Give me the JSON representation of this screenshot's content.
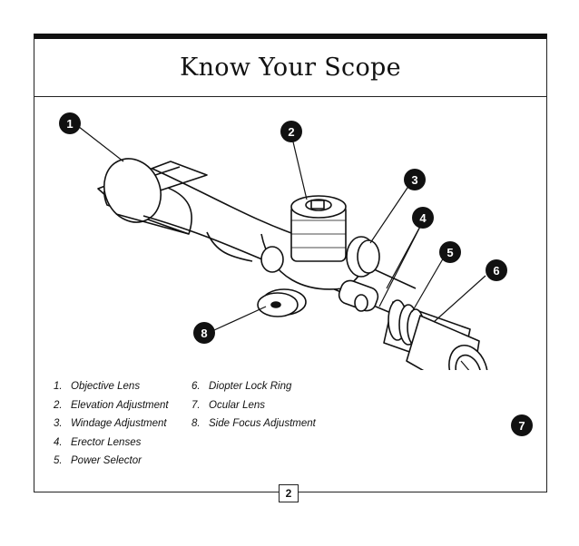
{
  "page": {
    "title": "Know Your Scope",
    "page_number": "2"
  },
  "legend": {
    "left": [
      {
        "num": "1.",
        "label": "Objective Lens"
      },
      {
        "num": "2.",
        "label": "Elevation Adjustment"
      },
      {
        "num": "3.",
        "label": "Windage Adjustment"
      },
      {
        "num": "4.",
        "label": "Erector Lenses"
      },
      {
        "num": "5.",
        "label": "Power Selector"
      }
    ],
    "right": [
      {
        "num": "6.",
        "label": "Diopter Lock Ring"
      },
      {
        "num": "7.",
        "label": "Ocular Lens"
      },
      {
        "num": "8.",
        "label": "Side Focus Adjustment"
      }
    ]
  },
  "callouts": [
    "1",
    "2",
    "3",
    "4",
    "5",
    "6",
    "7",
    "8"
  ],
  "colors": {
    "ink": "#111111",
    "paper": "#ffffff"
  }
}
